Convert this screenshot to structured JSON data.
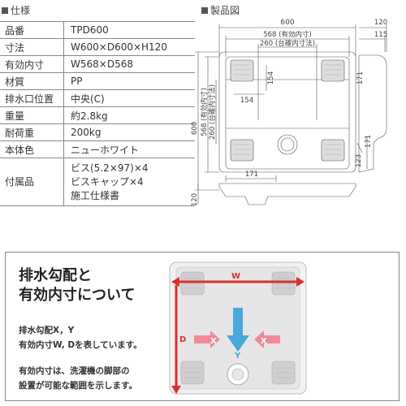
{
  "spec": {
    "title": "仕様",
    "rows": [
      {
        "label": "品番",
        "value": "TPD600"
      },
      {
        "label": "寸法",
        "value": "W600×D600×H120"
      },
      {
        "label": "有効内寸",
        "value": "W568×D568"
      },
      {
        "label": "材質",
        "value": "PP"
      },
      {
        "label": "排水口位置",
        "value": "中央(C)"
      },
      {
        "label": "重量",
        "value": "約2.8kg"
      },
      {
        "label": "耐荷重",
        "value": "200kg"
      },
      {
        "label": "本体色",
        "value": "ニューホワイト"
      }
    ],
    "accessories": {
      "label": "付属品",
      "items": [
        "ビス(5.2×97)×4",
        "ビスキャップ×4",
        "施工仕様書"
      ]
    }
  },
  "drawing": {
    "title": "製品図",
    "dims": {
      "width": "600",
      "inner": "568 (有効内寸)",
      "base": "260 (台確内寸法)",
      "side_total": "120",
      "side_inner": "115",
      "height_total": "600",
      "height_inner": "568 (有効内寸)",
      "height_base": "260 (台確内寸法)",
      "foot_w": "154",
      "foot_h": "154",
      "drain_right": "171",
      "drain_bottom_r": "123",
      "bottom_left": "171",
      "side_top": "171",
      "front_h": "120"
    }
  },
  "info": {
    "heading_line1": "排水勾配と",
    "heading_line2": "有効内寸について",
    "para1_line1": "排水勾配X，Y",
    "para1_line2": "有効内寸W, Dを表しています。",
    "para2_line1": "有効内寸は、洗濯機の脚部の",
    "para2_line2": "設置が可能な範囲を示します。",
    "labels": {
      "w": "W",
      "d": "D",
      "x": "X",
      "y": "Y"
    },
    "colors": {
      "red": "#d9302c",
      "blue": "#4aa8dc",
      "pink": "#f08a9a"
    }
  }
}
